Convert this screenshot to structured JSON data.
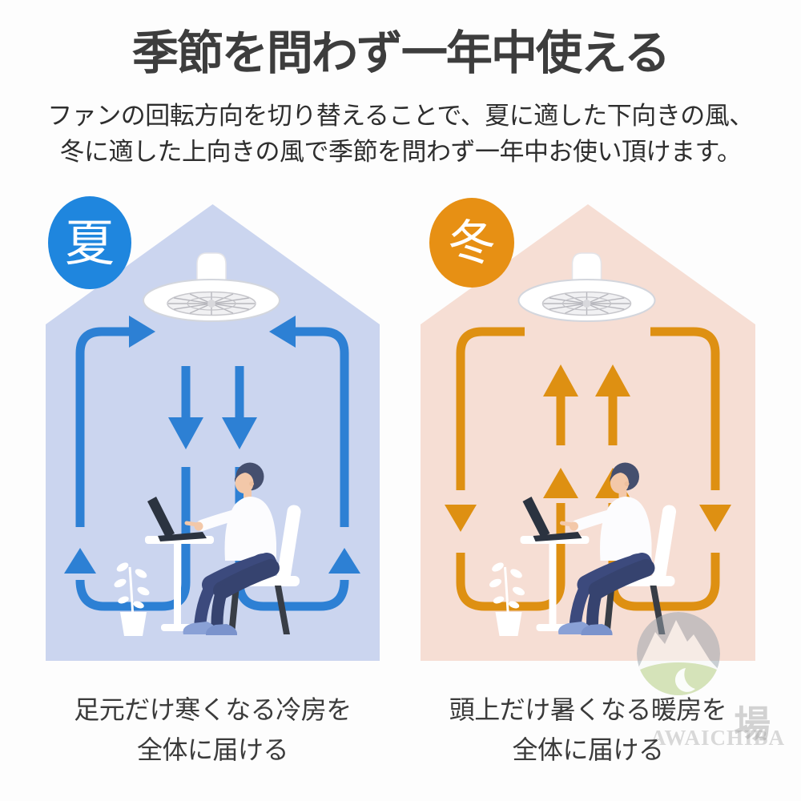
{
  "page": {
    "background_color": "#fdfdfd"
  },
  "header": {
    "title": "季節を問わず一年中使える",
    "subtitle_line1": "ファンの回転方向を切り替えることで、夏に適した下向きの風、",
    "subtitle_line2": "冬に適した上向きの風で季節を問わず一年中お使い頂けます。"
  },
  "houses": [
    {
      "badge": "夏",
      "badge_color": "#1f86de",
      "house_color": "#cbd5ef",
      "arrow_color": "#2d80d4",
      "airflow_direction": "downward",
      "caption_line1": "足元だけ寒くなる冷房を",
      "caption_line2": "全体に届ける"
    },
    {
      "badge": "冬",
      "badge_color": "#e79014",
      "house_color": "#f6ded4",
      "arrow_color": "#de9012",
      "airflow_direction": "upward",
      "caption_line1": "頭上だけ暑くなる暖房を",
      "caption_line2": "全体に届ける"
    }
  ],
  "watermark": {
    "kanji": "場",
    "romaji": "AWAICHIBA"
  }
}
